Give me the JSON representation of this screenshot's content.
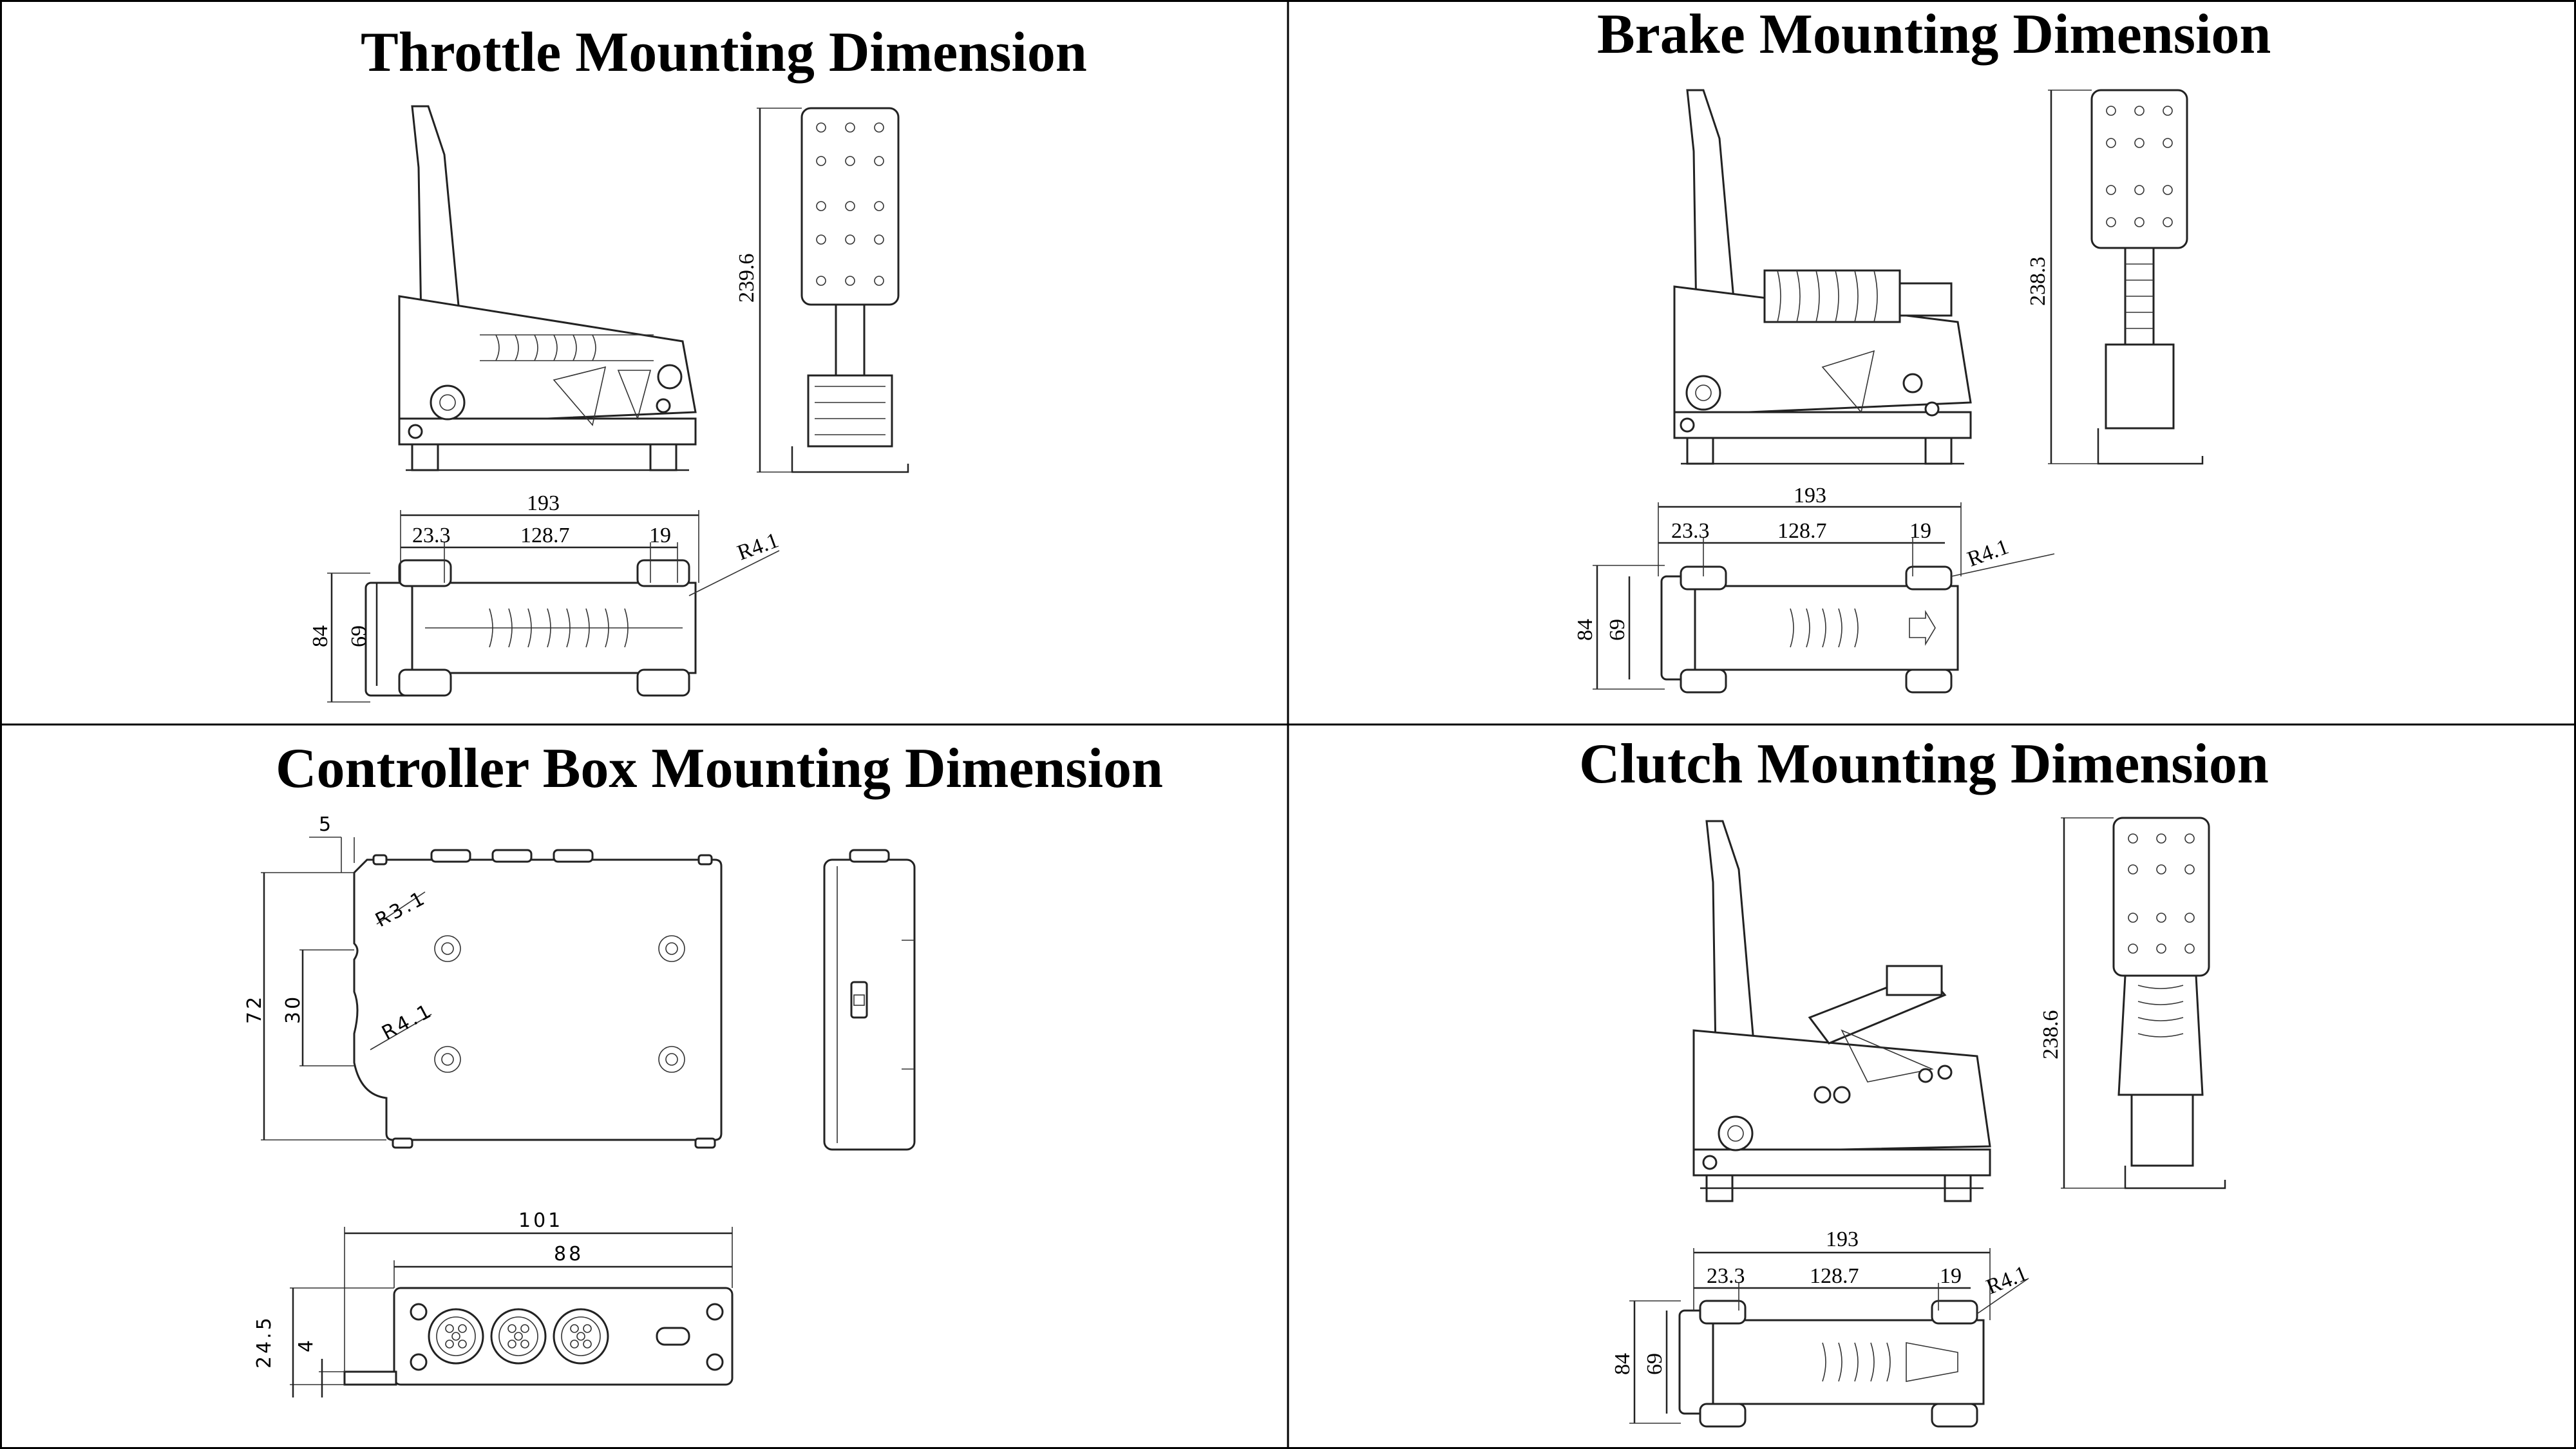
{
  "colors": {
    "background": "#ffffff",
    "grid_lines": "#000000",
    "drawing": "#222222"
  },
  "panels": {
    "throttle": {
      "title": "Throttle Mounting Dimension",
      "dims": {
        "height": "239.6",
        "length": "193",
        "d1": "23.3",
        "d2": "128.7",
        "d3": "19",
        "radius": "R4.1",
        "w_outer": "84",
        "w_inner": "69"
      }
    },
    "brake": {
      "title": "Brake Mounting Dimension",
      "dims": {
        "height": "238.3",
        "length": "193",
        "d1": "23.3",
        "d2": "128.7",
        "d3": "19",
        "radius": "R4.1",
        "w_outer": "84",
        "w_inner": "69"
      }
    },
    "controller": {
      "title": "Controller Box Mounting Dimension",
      "dims": {
        "notch": "5",
        "r_top": "R3.1",
        "r_bottom": "R4.1",
        "height": "72",
        "gap": "30",
        "length_outer": "101",
        "length_inner": "88",
        "depth": "24.5",
        "base": "4"
      }
    },
    "clutch": {
      "title": "Clutch Mounting Dimension",
      "dims": {
        "height": "238.6",
        "length": "193",
        "d1": "23.3",
        "d2": "128.7",
        "d3": "19",
        "radius": "R4.1",
        "w_outer": "84",
        "w_inner": "69"
      }
    }
  }
}
